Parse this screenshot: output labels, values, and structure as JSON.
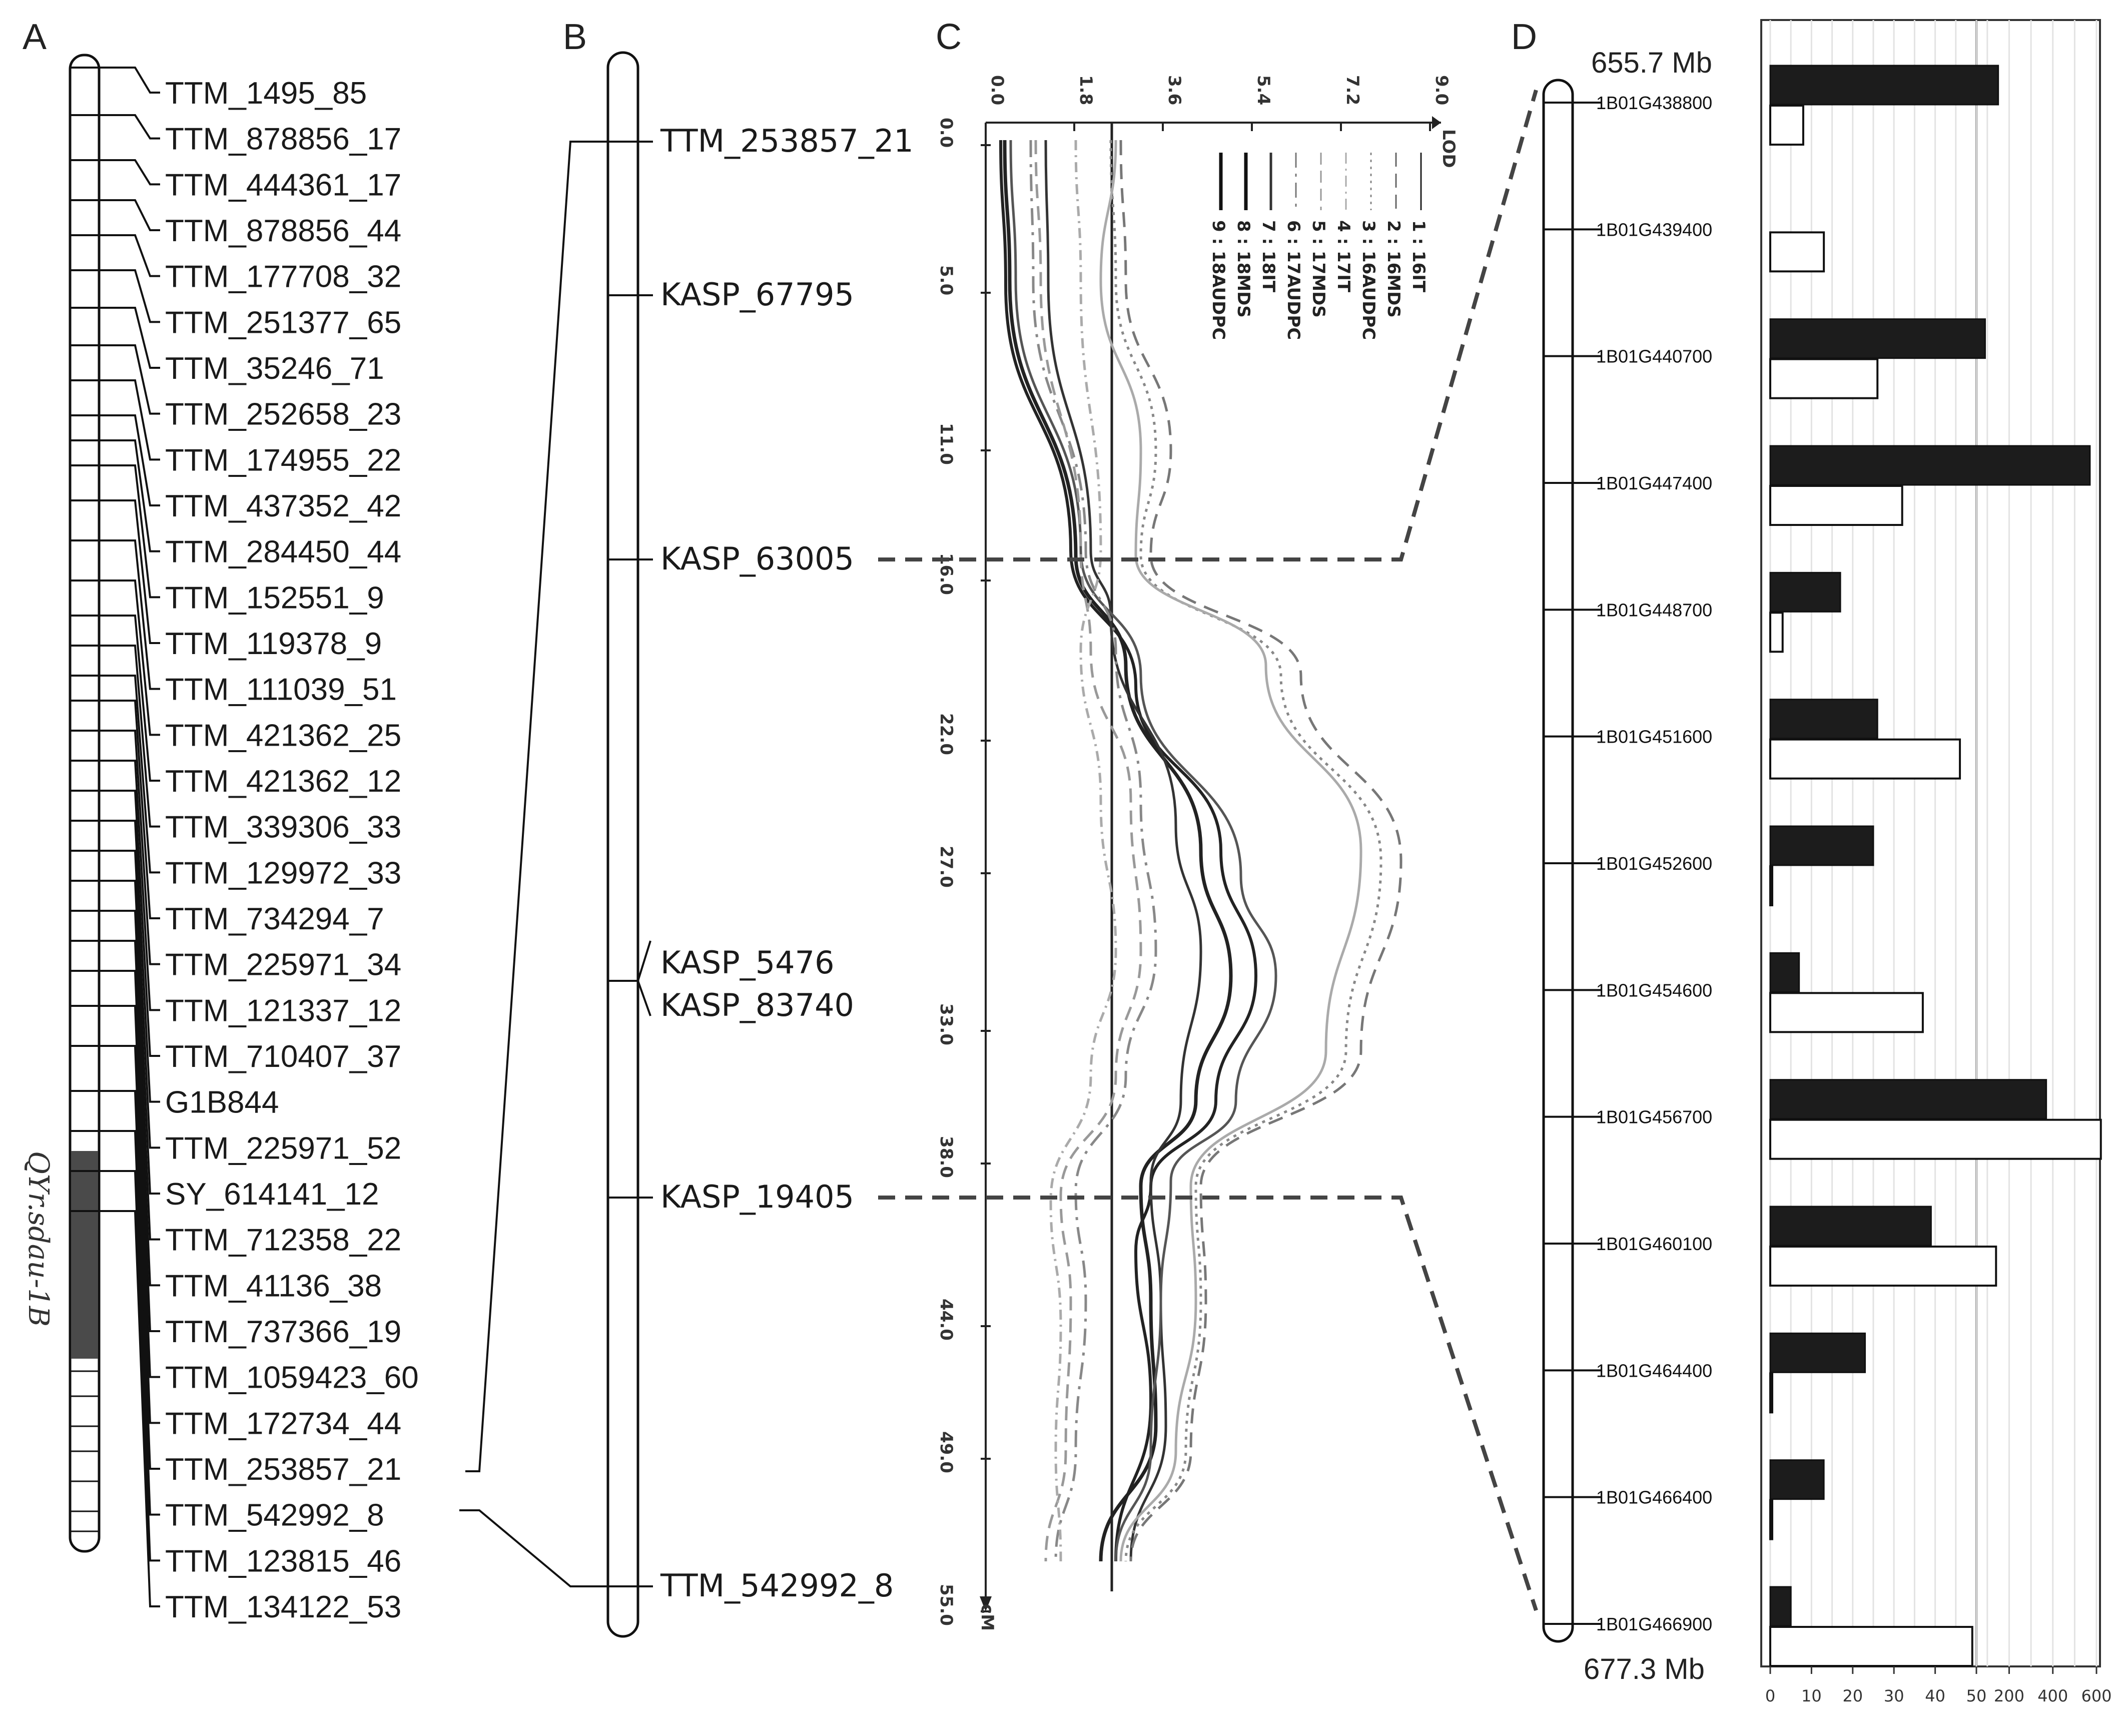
{
  "panels": {
    "a": "A",
    "b": "B",
    "c": "C",
    "d": "D"
  },
  "panel_a": {
    "qtl_label": "QYr.sdau-1B",
    "markers": [
      "TTM_1495_85",
      "TTM_878856_17",
      "TTM_444361_17",
      "TTM_878856_44",
      "TTM_177708_32",
      "TTM_251377_65",
      "TTM_35246_71",
      "TTM_252658_23",
      "TTM_174955_22",
      "TTM_437352_42",
      "TTM_284450_44",
      "TTM_152551_9",
      "TTM_119378_9",
      "TTM_111039_51",
      "TTM_421362_25",
      "TTM_421362_12",
      "TTM_339306_33",
      "TTM_129972_33",
      "TTM_734294_7",
      "TTM_225971_34",
      "TTM_121337_12",
      "TTM_710407_37",
      "G1B844",
      "TTM_225971_52",
      "SY_614141_12",
      "TTM_712358_22",
      "TTM_41136_38",
      "TTM_737366_19",
      "TTM_1059423_60",
      "TTM_172734_44",
      "TTM_253857_21",
      "TTM_542992_8",
      "TTM_123815_46",
      "TTM_134122_53"
    ]
  },
  "panel_b": {
    "markers": [
      "TTM_253857_21",
      "KASP_67795",
      "KASP_63005",
      "KASP_5476",
      "KASP_83740",
      "KASP_19405",
      "TTM_542992_8"
    ]
  },
  "panel_c": {
    "x_axis_label": "LOD",
    "y_axis_label": "cM",
    "x_ticks": [
      "0.0",
      "1.8",
      "3.6",
      "5.4",
      "7.2",
      "9.0"
    ],
    "y_ticks": [
      "0.0",
      "5.0",
      "11.0",
      "16.0",
      "22.0",
      "27.0",
      "33.0",
      "38.0",
      "44.0",
      "49.0",
      "55.0"
    ],
    "legend": [
      {
        "key": "1",
        "label": "16IT",
        "style": "solid thin"
      },
      {
        "key": "2",
        "label": "16MDS",
        "style": "dashed"
      },
      {
        "key": "3",
        "label": "16AUDPC",
        "style": "dotted"
      },
      {
        "key": "4",
        "label": "17IT",
        "style": "dash-dot light"
      },
      {
        "key": "5",
        "label": "17MDS",
        "style": "dash light"
      },
      {
        "key": "6",
        "label": "17AUDPC",
        "style": "dash-dot"
      },
      {
        "key": "7",
        "label": "18IT",
        "style": "solid"
      },
      {
        "key": "8",
        "label": "18MDS",
        "style": "solid bold"
      },
      {
        "key": "9",
        "label": "18AUDPC",
        "style": "solid bold"
      }
    ],
    "colors": {
      "dark": "#1f1f1f",
      "mid": "#6e6e6e",
      "light": "#aaaaaa"
    }
  },
  "panel_d": {
    "start_label": "655.7 Mb",
    "end_label": "677.3 Mb",
    "x_ticks": [
      "0",
      "10",
      "20",
      "30",
      "40",
      "50",
      "200",
      "400",
      "600"
    ],
    "chart_data": {
      "type": "bar",
      "categories": [
        "1B01G438800",
        "1B01G439400",
        "1B01G440700",
        "1B01G447400",
        "1B01G448700",
        "1B01G451600",
        "1B01G452600",
        "1B01G454600",
        "1B01G456700",
        "1B01G460100",
        "1B01G464400",
        "1B01G466400",
        "1B01G466900"
      ],
      "series": [
        {
          "values": [
            150,
            0,
            90,
            570,
            17,
            26,
            25,
            7,
            370,
            39,
            23,
            13,
            5
          ]
        },
        {
          "values": [
            8,
            13,
            26,
            32,
            3,
            46,
            0,
            37,
            620,
            140,
            0,
            0,
            49
          ]
        }
      ],
      "x_scale": "broken: linear 0-50, then 50-600",
      "colors": {
        "filled": "#1c1c1c",
        "open": "#ffffff"
      }
    }
  }
}
